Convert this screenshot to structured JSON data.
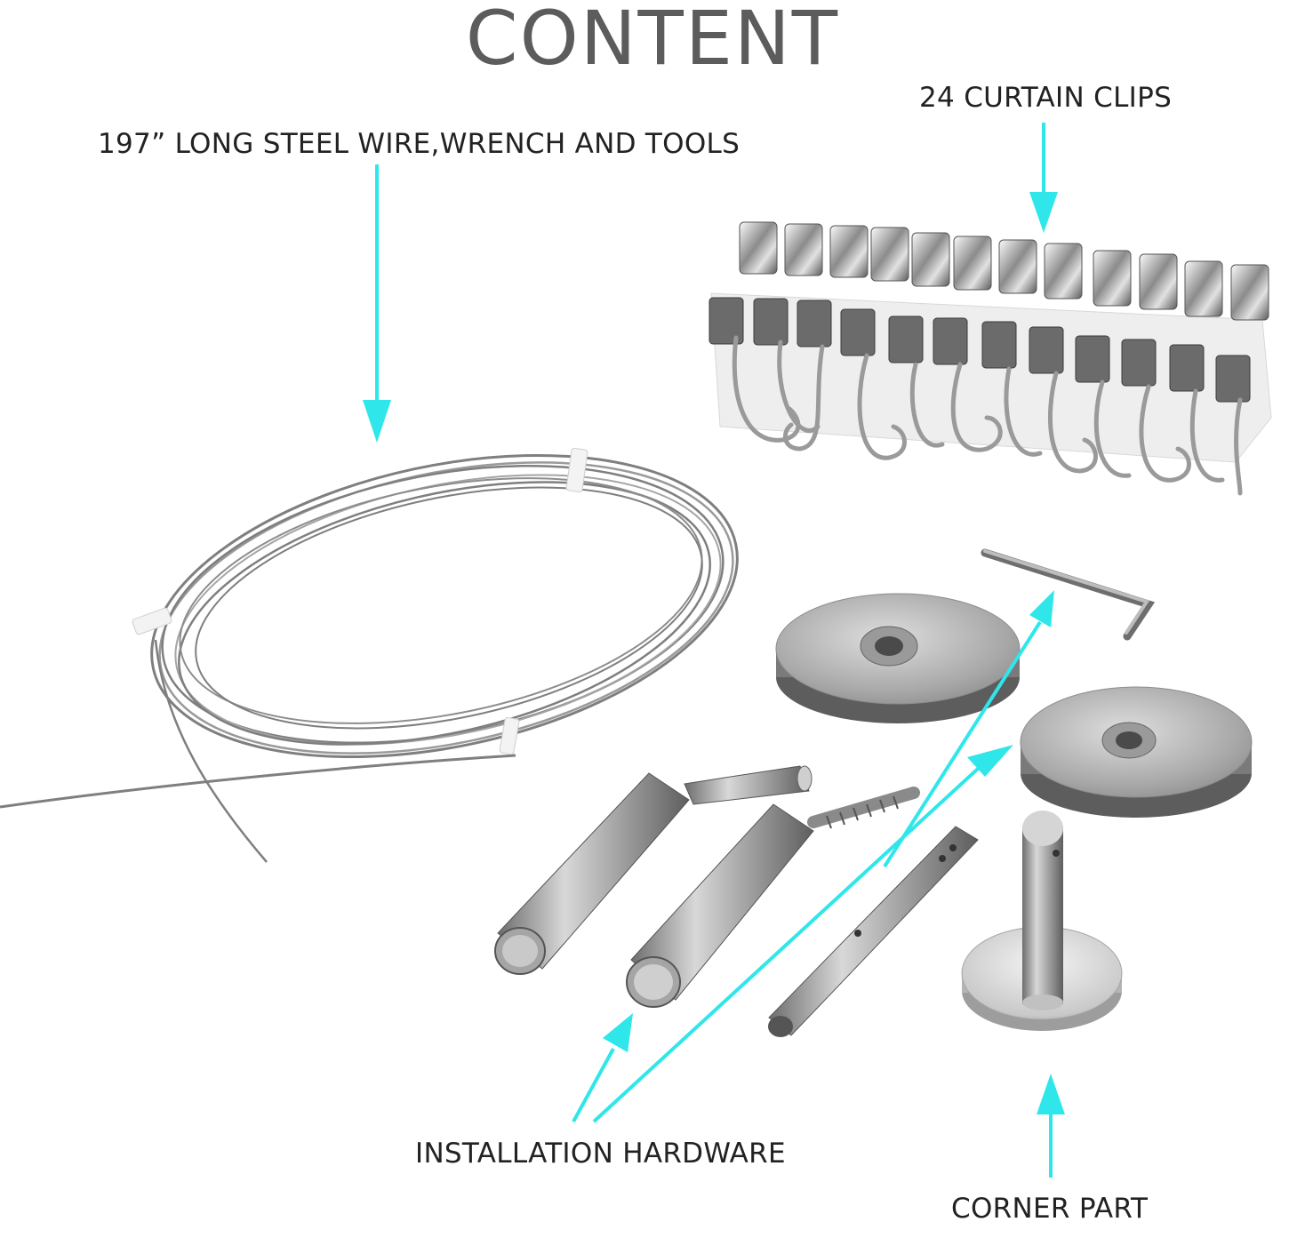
{
  "title": "CONTENT",
  "labels": {
    "wire": "197” LONG STEEL WIRE,WRENCH AND TOOLS",
    "clips": "24 CURTAIN CLIPS",
    "installation": "INSTALLATION HARDWARE",
    "corner": "CORNER PART"
  },
  "colors": {
    "arrow": "#2fe6ea",
    "title": "#5c5c5c",
    "text": "#222222",
    "metal_light": "#d9d9d9",
    "metal_dark": "#7a7a7a"
  }
}
